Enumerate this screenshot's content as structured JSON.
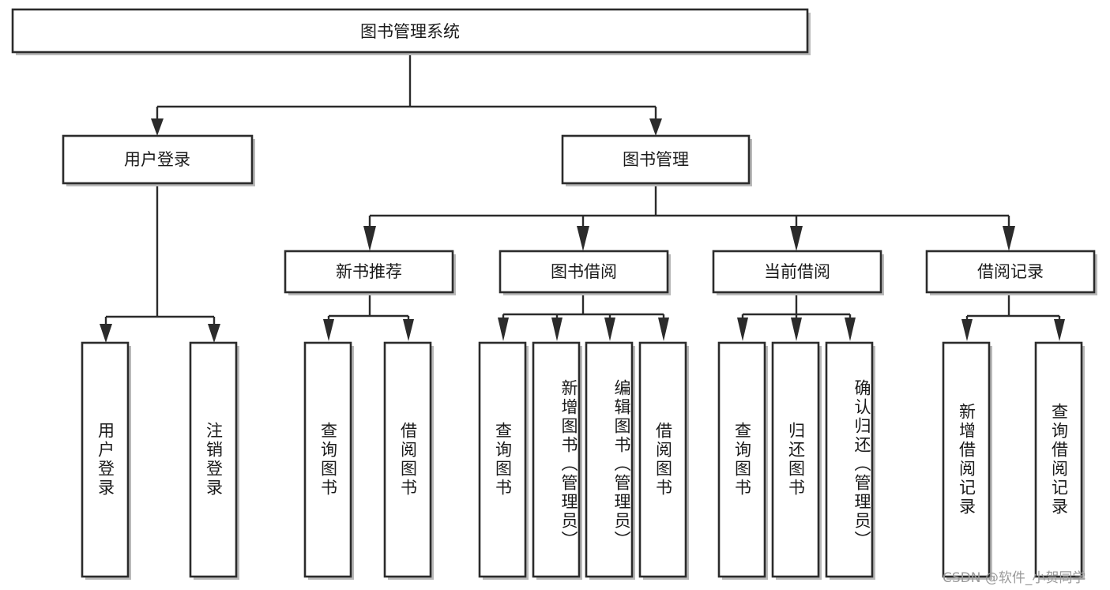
{
  "diagram": {
    "type": "tree-hierarchy",
    "title": "图书管理系统",
    "orientation": "top-down",
    "colors": {
      "box_stroke": "#2b2b2b",
      "box_fill": "#ffffff",
      "connector": "#2b2b2b",
      "text": "#1a1a1a",
      "watermark": "#9a9a9a",
      "background": "#ffffff"
    },
    "root": {
      "label": "图书管理系统",
      "orientation": "horizontal"
    },
    "level2": [
      {
        "label": "用户登录",
        "orientation": "horizontal"
      },
      {
        "label": "图书管理",
        "orientation": "horizontal"
      }
    ],
    "level3": [
      {
        "label": "新书推荐",
        "orientation": "horizontal"
      },
      {
        "label": "图书借阅",
        "orientation": "horizontal"
      },
      {
        "label": "当前借阅",
        "orientation": "horizontal"
      },
      {
        "label": "借阅记录",
        "orientation": "horizontal"
      }
    ],
    "leaves": {
      "用户登录": [
        {
          "label": "用户登录",
          "orientation": "vertical",
          "align": "center"
        },
        {
          "label": "注销登录",
          "orientation": "vertical",
          "align": "center"
        }
      ],
      "新书推荐": [
        {
          "label": "查询图书",
          "orientation": "vertical",
          "align": "center"
        },
        {
          "label": "借阅图书",
          "orientation": "vertical",
          "align": "center"
        }
      ],
      "图书借阅": [
        {
          "label": "查询图书",
          "orientation": "vertical",
          "align": "center"
        },
        {
          "label": "新增图书（管理员）",
          "orientation": "vertical",
          "align": "top"
        },
        {
          "label": "编辑图书（管理员）",
          "orientation": "vertical",
          "align": "top"
        },
        {
          "label": "借阅图书",
          "orientation": "vertical",
          "align": "center"
        }
      ],
      "当前借阅": [
        {
          "label": "查询图书",
          "orientation": "vertical",
          "align": "center"
        },
        {
          "label": "归还图书",
          "orientation": "vertical",
          "align": "center"
        },
        {
          "label": "确认归还（管理员）",
          "orientation": "vertical",
          "align": "top"
        }
      ],
      "借阅记录": [
        {
          "label": "新增借阅记录",
          "orientation": "vertical",
          "align": "center"
        },
        {
          "label": "查询借阅记录",
          "orientation": "vertical",
          "align": "center"
        }
      ]
    }
  },
  "watermark": {
    "text": "CSDN @软件_小贺同学"
  }
}
